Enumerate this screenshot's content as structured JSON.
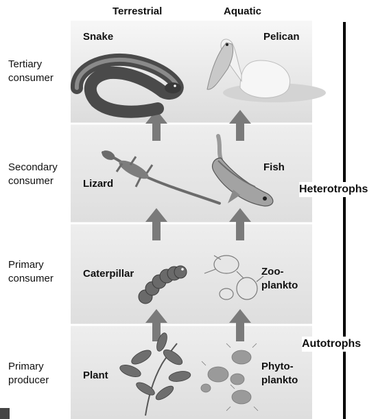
{
  "columns": {
    "terrestrial": "Terrestrial",
    "aquatic": "Aquatic"
  },
  "levels": [
    {
      "label_1": "Tertiary",
      "label_2": "consumer"
    },
    {
      "label_1": "Secondary",
      "label_2": "consumer"
    },
    {
      "label_1": "Primary",
      "label_2": "consumer"
    },
    {
      "label_1": "Primary",
      "label_2": "producer"
    }
  ],
  "organisms": {
    "snake": "Snake",
    "pelican": "Pelican",
    "lizard": "Lizard",
    "fish": "Fish",
    "caterpillar": "Caterpillar",
    "zoo_1": "Zoo-",
    "zoo_2": "plankto",
    "plant": "Plant",
    "phyto_1": "Phyto-",
    "phyto_2": "plankto"
  },
  "groups": {
    "heterotrophs": "Heterotrophs",
    "autotrophs": "Autotrophs"
  },
  "colors": {
    "panel": "#e9e9e9",
    "panel_top": "#f3f3f3",
    "divider": "#ffffff",
    "arrow": "#7a7a7a",
    "bar": "#000000"
  }
}
